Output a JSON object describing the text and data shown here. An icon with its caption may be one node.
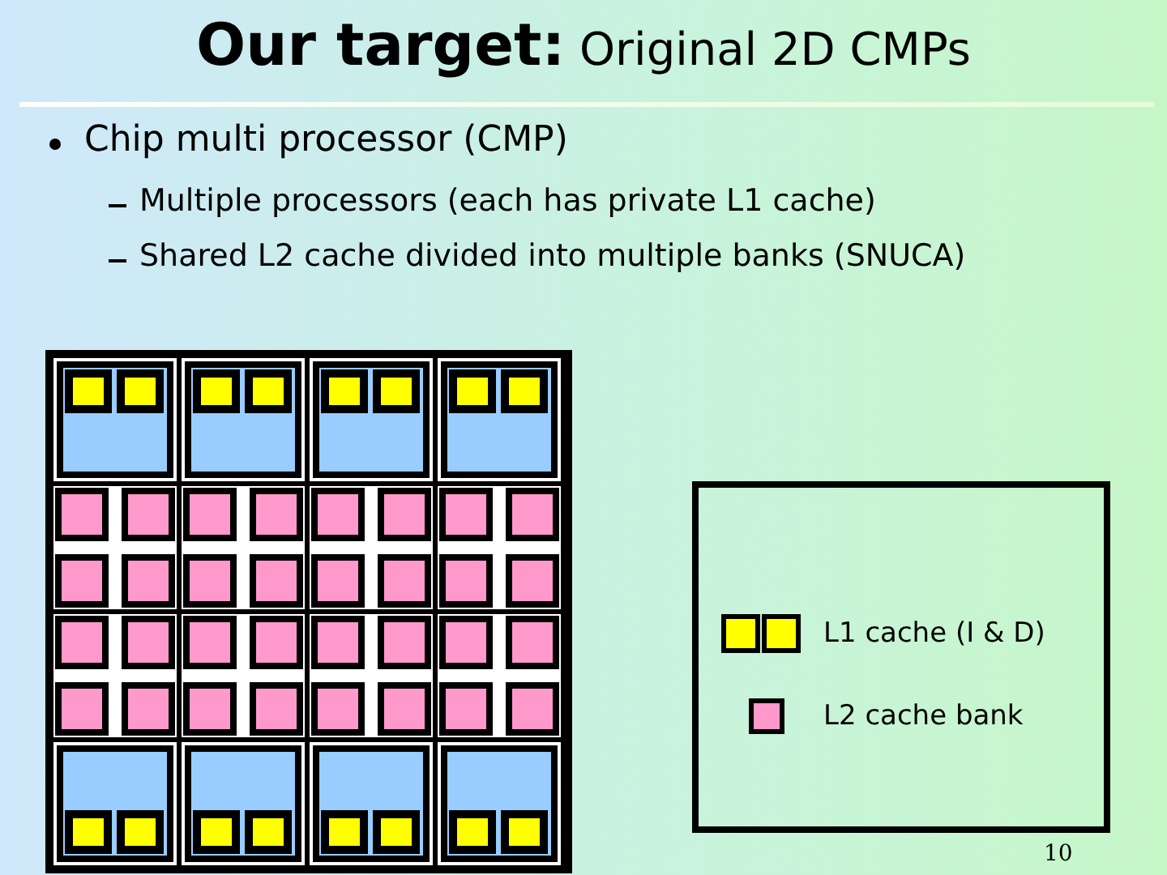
{
  "diagram": {
    "title": "**Our target:** Original 2D CMPs",
    "labels": [
      "Chip multi processor (CMP)",
      "Multiple processors (each has private L1 cache)",
      "Shared L2 cache divided into multiple banks (SNUCA)",
      "10"
    ],
    "legend": [
      {
        "text": "L1 cache (I & D)",
        "color": "#ffff00"
      },
      {
        "text": "L2 cache bank",
        "color": "#ff99cc"
      }
    ]
  }
}
